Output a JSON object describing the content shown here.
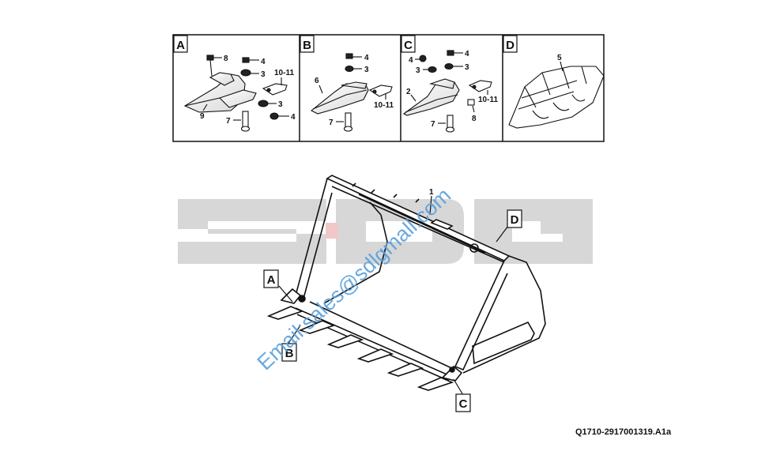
{
  "watermark": {
    "logo_text": "SDLG",
    "email": "Email:sales@sdlgmall.com",
    "logo_color": "#d7d7d7",
    "email_color": "#5aa0dc"
  },
  "panels": [
    {
      "letter": "A",
      "parts": [
        "8",
        "4",
        "3",
        "10-11",
        "3",
        "4",
        "9",
        "7"
      ]
    },
    {
      "letter": "B",
      "parts": [
        "4",
        "3",
        "6",
        "10-11",
        "7"
      ]
    },
    {
      "letter": "C",
      "parts": [
        "4",
        "4",
        "3",
        "3",
        "2",
        "10-11",
        "8",
        "7"
      ]
    },
    {
      "letter": "D",
      "parts": [
        "5"
      ]
    }
  ],
  "main": {
    "part_label": "1",
    "callouts": [
      "A",
      "B",
      "C",
      "D"
    ]
  },
  "drawing_number": "Q1710-2917001319.A1a"
}
